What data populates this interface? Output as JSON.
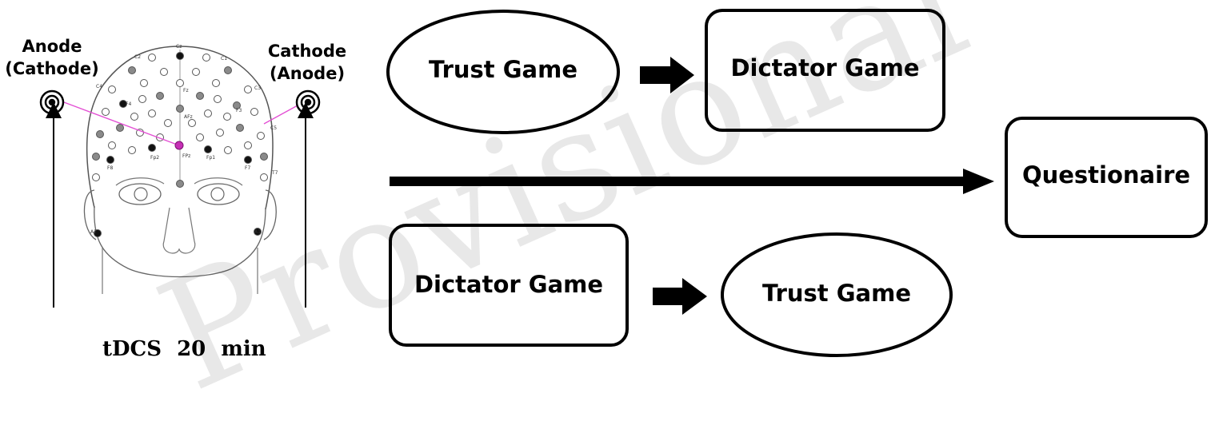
{
  "electrodes": {
    "left": {
      "line1": "Anode",
      "line2": "(Cathode)"
    },
    "right": {
      "line1": "Cathode",
      "line2": "(Anode)"
    }
  },
  "scalp_labels": {
    "cz": "Cz",
    "c2": "C2",
    "c1": "C1",
    "c4": "C4",
    "c3": "C3",
    "f4": "F4",
    "f3": "F3",
    "fz": "Fz",
    "afz": "AFz",
    "fpz": "FPz",
    "fp2": "Fp2",
    "fp1": "Fp1",
    "f8": "F8",
    "f7": "F7",
    "c5": "C5",
    "t7": "T7",
    "a2": "A2",
    "a1": "A1"
  },
  "caption": {
    "tdcs": "tDCS",
    "duration": "20",
    "unit": "min"
  },
  "sequence_a": {
    "first": "Trust Game",
    "second": "Dictator Game"
  },
  "sequence_b": {
    "first": "Dictator Game",
    "second": "Trust Game"
  },
  "final_step": "Questionaire",
  "watermark": "Provisional"
}
